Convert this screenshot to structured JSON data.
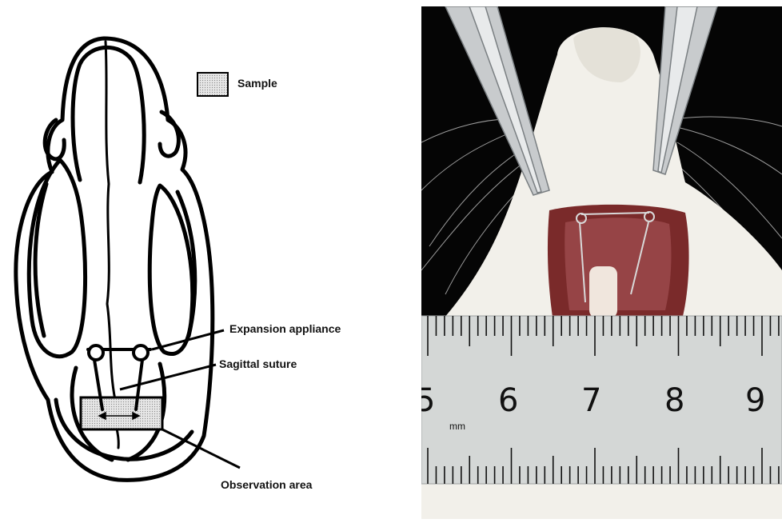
{
  "legend": {
    "sample_label": "Sample"
  },
  "labels": {
    "expansion_appliance": "Expansion  appliance",
    "sagittal_suture": "Sagittal  suture",
    "observation_area": "Observation  area"
  },
  "ruler": {
    "numbers": [
      "5",
      "6",
      "7",
      "8",
      "9"
    ],
    "unit": "mm"
  },
  "colors": {
    "outline": "#000000",
    "sample_fill": "#d8d8d8",
    "ruler_face": "#d4d7d6",
    "fur": "#f2f0ea",
    "wound": "#8a2a2a",
    "background_photo": "#050505"
  }
}
